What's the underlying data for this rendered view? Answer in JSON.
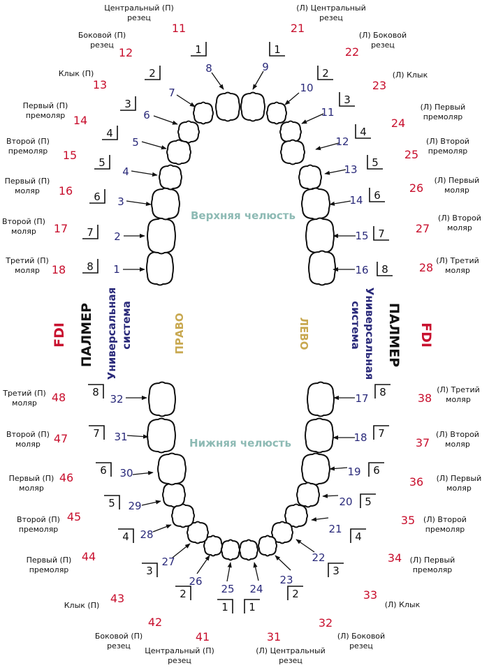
{
  "jaws": {
    "upper": "Верхняя челюсть",
    "lower": "Нижняя челюсть"
  },
  "systems": {
    "fdi": "FDI",
    "palmer": "ПАЛМЕР",
    "universal_line1": "Универсальная",
    "universal_line2": "система"
  },
  "sides": {
    "right": "ПРАВО",
    "left": "ЛЕВО"
  },
  "teeth": [
    {
      "universal": "1",
      "fdi": "18",
      "palmer": "8",
      "name": [
        "Третий (П)",
        "моляр"
      ]
    },
    {
      "universal": "2",
      "fdi": "17",
      "palmer": "7",
      "name": [
        "Второй (П)",
        "моляр"
      ]
    },
    {
      "universal": "3",
      "fdi": "16",
      "palmer": "6",
      "name": [
        "Первый (П)",
        "моляр"
      ]
    },
    {
      "universal": "4",
      "fdi": "15",
      "palmer": "5",
      "name": [
        "Второй (П)",
        "премоляр"
      ]
    },
    {
      "universal": "5",
      "fdi": "14",
      "palmer": "4",
      "name": [
        "Первый (П)",
        "премоляр"
      ]
    },
    {
      "universal": "6",
      "fdi": "13",
      "palmer": "3",
      "name": [
        "Клык (П)"
      ]
    },
    {
      "universal": "7",
      "fdi": "12",
      "palmer": "2",
      "name": [
        "Боковой (П)",
        "резец"
      ]
    },
    {
      "universal": "8",
      "fdi": "11",
      "palmer": "1",
      "name": [
        "Центральный (П)",
        "резец"
      ]
    },
    {
      "universal": "9",
      "fdi": "21",
      "palmer": "1",
      "name": [
        "(Л) Центральный",
        "резец"
      ]
    },
    {
      "universal": "10",
      "fdi": "22",
      "palmer": "2",
      "name": [
        "(Л) Боковой",
        "резец"
      ]
    },
    {
      "universal": "11",
      "fdi": "23",
      "palmer": "3",
      "name": [
        "(Л) Клык"
      ]
    },
    {
      "universal": "12",
      "fdi": "24",
      "palmer": "4",
      "name": [
        "(Л) Первый",
        "премоляр"
      ]
    },
    {
      "universal": "13",
      "fdi": "25",
      "palmer": "5",
      "name": [
        "(Л) Второй",
        "премоляр"
      ]
    },
    {
      "universal": "14",
      "fdi": "26",
      "palmer": "6",
      "name": [
        "(Л) Первый",
        "моляр"
      ]
    },
    {
      "universal": "15",
      "fdi": "27",
      "palmer": "7",
      "name": [
        "(Л) Второй",
        "моляр"
      ]
    },
    {
      "universal": "16",
      "fdi": "28",
      "palmer": "8",
      "name": [
        "(Л) Третий",
        "моляр"
      ]
    },
    {
      "universal": "17",
      "fdi": "38",
      "palmer": "8",
      "name": [
        "(Л) Третий",
        "моляр"
      ]
    },
    {
      "universal": "18",
      "fdi": "37",
      "palmer": "7",
      "name": [
        "(Л) Второй",
        "моляр"
      ]
    },
    {
      "universal": "19",
      "fdi": "36",
      "palmer": "6",
      "name": [
        "(Л) Первый",
        "моляр"
      ]
    },
    {
      "universal": "20",
      "fdi": "35",
      "palmer": "5",
      "name": [
        "(Л) Второй",
        "премоляр"
      ]
    },
    {
      "universal": "21",
      "fdi": "34",
      "palmer": "4",
      "name": [
        "(Л) Первый",
        "премоляр"
      ]
    },
    {
      "universal": "22",
      "fdi": "33",
      "palmer": "3",
      "name": [
        "(Л) Клык"
      ]
    },
    {
      "universal": "23",
      "fdi": "32",
      "palmer": "2",
      "name": [
        "(Л) Боковой",
        "резец"
      ]
    },
    {
      "universal": "24",
      "fdi": "31",
      "palmer": "1",
      "name": [
        "(Л) Центральный",
        "резец"
      ]
    },
    {
      "universal": "25",
      "fdi": "41",
      "palmer": "1",
      "name": [
        "Центральный (П)",
        "резец"
      ]
    },
    {
      "universal": "26",
      "fdi": "42",
      "palmer": "2",
      "name": [
        "Боковой (П)",
        "резец"
      ]
    },
    {
      "universal": "27",
      "fdi": "43",
      "palmer": "3",
      "name": [
        "Клык (П)"
      ]
    },
    {
      "universal": "28",
      "fdi": "44",
      "palmer": "4",
      "name": [
        "Первый (П)",
        "премоляр"
      ]
    },
    {
      "universal": "29",
      "fdi": "45",
      "palmer": "5",
      "name": [
        "Второй (П)",
        "премоляр"
      ]
    },
    {
      "universal": "30",
      "fdi": "46",
      "palmer": "6",
      "name": [
        "Первый (П)",
        "моляр"
      ]
    },
    {
      "universal": "31",
      "fdi": "47",
      "palmer": "7",
      "name": [
        "Второй (П)",
        "моляр"
      ]
    },
    {
      "universal": "32",
      "fdi": "48",
      "palmer": "8",
      "name": [
        "Третий (П)",
        "моляр"
      ]
    }
  ]
}
